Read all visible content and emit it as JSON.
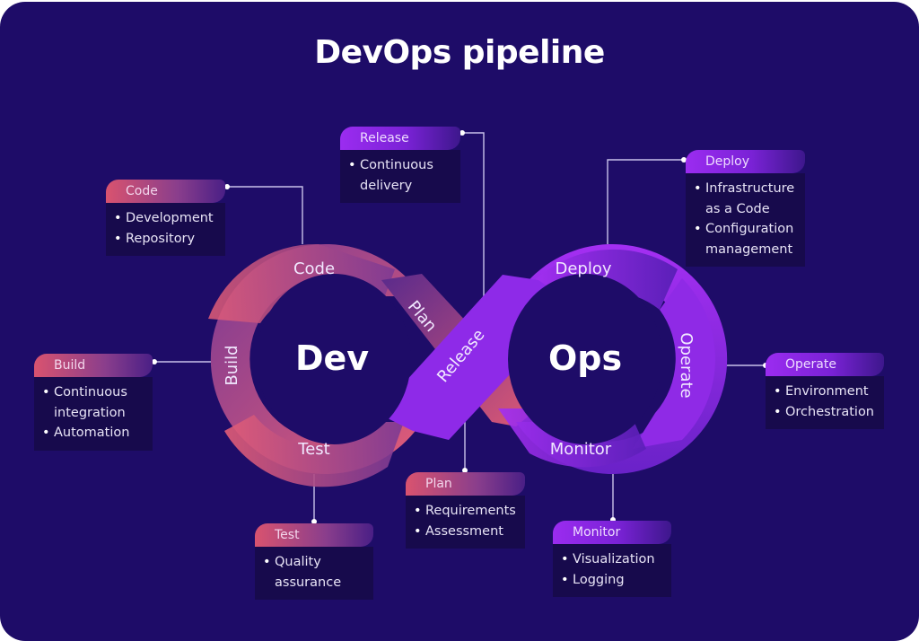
{
  "title": "DevOps pipeline",
  "colors": {
    "background": "#1e0c68",
    "dev_pink": "#e05a74",
    "dev_purple": "#7a3a92",
    "ops_purple": "#9a2ef0",
    "ops_deep": "#6a22c8",
    "card_body": "#170a4c"
  },
  "loop": {
    "dev_label": "Dev",
    "ops_label": "Ops",
    "segments": {
      "code": "Code",
      "build": "Build",
      "test": "Test",
      "plan": "Plan",
      "release": "Release",
      "deploy": "Deploy",
      "operate": "Operate",
      "monitor": "Monitor"
    }
  },
  "cards": {
    "code": {
      "title": "Code",
      "items": [
        "Development",
        "Repository"
      ]
    },
    "release": {
      "title": "Release",
      "items": [
        "Continuous",
        "delivery"
      ]
    },
    "deploy": {
      "title": "Deploy",
      "items": [
        "Infrastructure",
        "as a Code",
        "Configuration",
        "management"
      ]
    },
    "build": {
      "title": "Build",
      "items": [
        "Continuous",
        "integration",
        "Automation"
      ]
    },
    "operate": {
      "title": "Operate",
      "items": [
        "Environment",
        "Orchestration"
      ]
    },
    "test": {
      "title": "Test",
      "items": [
        "Quality",
        "assurance"
      ]
    },
    "plan": {
      "title": "Plan",
      "items": [
        "Requirements",
        "Assessment"
      ]
    },
    "monitor": {
      "title": "Monitor",
      "items": [
        "Visualization",
        "Logging"
      ]
    }
  }
}
